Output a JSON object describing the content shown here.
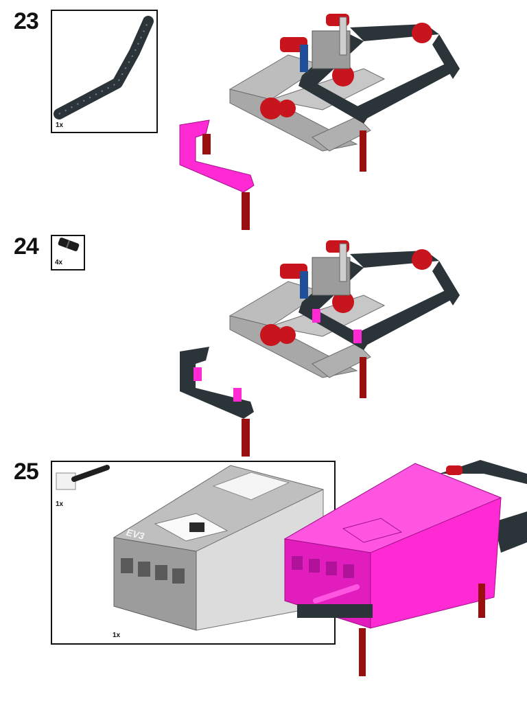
{
  "steps": [
    {
      "number": "23",
      "callout": {
        "parts": [
          {
            "name": "bent liftarm (thick)",
            "color": "#2b3539",
            "quantity": "1x"
          }
        ]
      }
    },
    {
      "number": "24",
      "callout": {
        "parts": [
          {
            "name": "pin (black)",
            "color": "#1c1c1c",
            "quantity": "4x"
          }
        ]
      }
    },
    {
      "number": "25",
      "callout": {
        "parts": [
          {
            "name": "connector cable",
            "color": "#202020",
            "quantity": "1x"
          },
          {
            "name": "EV3 intelligent brick",
            "color": "#e8e8e8",
            "quantity": "1x"
          }
        ]
      },
      "brick_logo": "EV3"
    }
  ],
  "colors": {
    "dark_beam": "#2b3539",
    "gray_beam": "#a8a8a8",
    "red_part": "#c8141c",
    "dark_red_axle": "#9a0f0f",
    "highlight_magenta": "#ff2ad4",
    "blue_pin": "#1f4f9a"
  }
}
